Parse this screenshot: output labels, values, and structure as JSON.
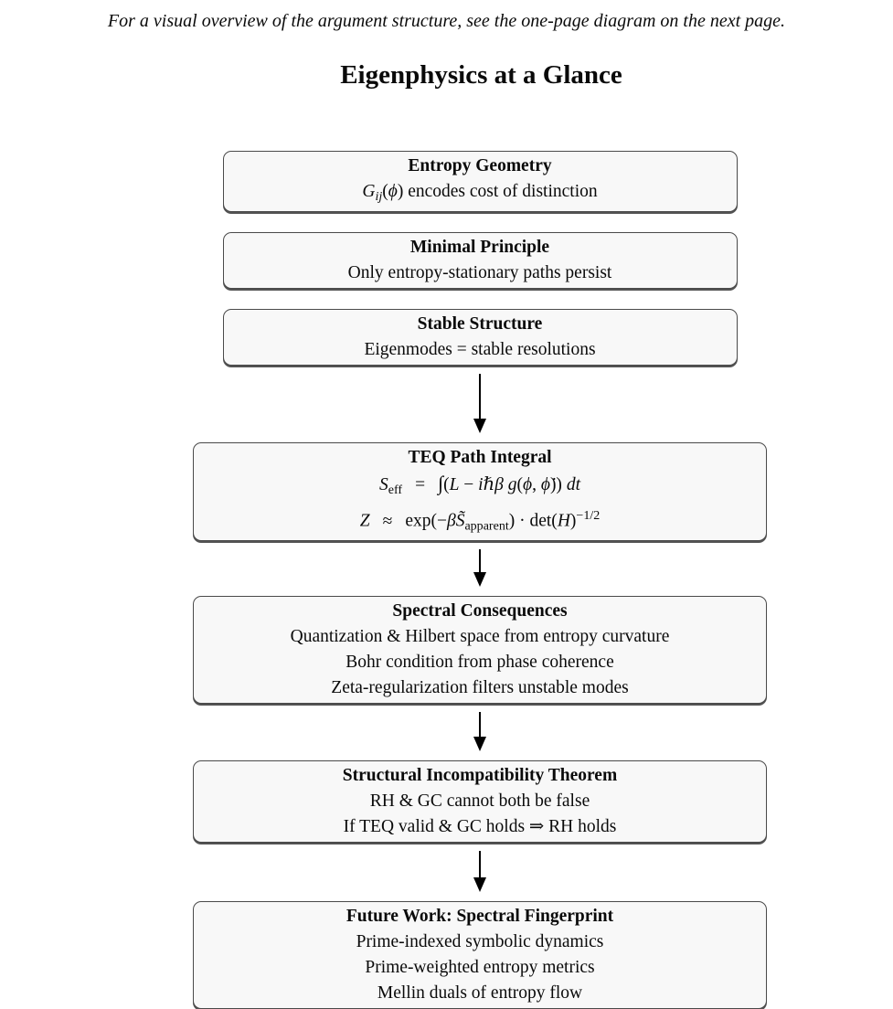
{
  "page": {
    "note": "For a visual overview of the argument structure, see the one-page diagram on the next page.",
    "title": "Eigenphysics at a Glance"
  },
  "styles": {
    "box_fill": "#f8f8f8",
    "box_border": "#4a4a4a",
    "text_color": "#0a0a0a",
    "arrow_color": "#000000"
  },
  "diagram": {
    "boxes": [
      {
        "id": "entropy-geometry",
        "width": "narrow",
        "gap_after": 22,
        "arrow_after": false,
        "title": "Entropy Geometry",
        "lines": [
          [
            {
              "t": "G",
              "s": "i"
            },
            {
              "t": "ij",
              "s": "subi"
            },
            {
              "t": "(",
              "s": "r"
            },
            {
              "t": "ϕ",
              "s": "i"
            },
            {
              "t": ") encodes cost of distinction",
              "s": "r"
            }
          ]
        ]
      },
      {
        "id": "minimal-principle",
        "width": "narrow",
        "gap_after": 22,
        "arrow_after": false,
        "title": "Minimal Principle",
        "lines": [
          [
            {
              "t": "Only entropy-stationary paths persist",
              "s": "r"
            }
          ]
        ]
      },
      {
        "id": "stable-structure",
        "width": "narrow",
        "arrow_after": true,
        "arrow_height": 84,
        "title": "Stable Structure",
        "lines": [
          [
            {
              "t": "Eigenmodes = stable resolutions",
              "s": "r"
            }
          ]
        ]
      },
      {
        "id": "teq-path-integral",
        "width": "wide",
        "arrow_after": true,
        "arrow_height": 60,
        "title": "TEQ Path Integral",
        "lines": [
          [
            {
              "t": "S",
              "s": "i"
            },
            {
              "t": "eff",
              "s": "sub"
            },
            {
              "t": "=",
              "s": "rel"
            },
            {
              "t": "∫",
              "s": "int"
            },
            {
              "t": "(",
              "s": "r"
            },
            {
              "t": "L",
              "s": "i"
            },
            {
              "t": " − ",
              "s": "r"
            },
            {
              "t": "iℏβ g",
              "s": "i"
            },
            {
              "t": "(",
              "s": "r"
            },
            {
              "t": "ϕ",
              "s": "i"
            },
            {
              "t": ", ",
              "s": "r"
            },
            {
              "t": "ϕ̇",
              "s": "i"
            },
            {
              "t": ")) ",
              "s": "r"
            },
            {
              "t": "dt",
              "s": "i"
            }
          ],
          [
            {
              "t": "Z",
              "s": "scr"
            },
            {
              "t": "≈",
              "s": "rel"
            },
            {
              "t": "exp(−",
              "s": "r"
            },
            {
              "t": "β",
              "s": "i"
            },
            {
              "t": "S̃",
              "s": "i"
            },
            {
              "t": "apparent",
              "s": "sub"
            },
            {
              "t": ") · det(",
              "s": "r"
            },
            {
              "t": "H",
              "s": "i"
            },
            {
              "t": ")",
              "s": "r"
            },
            {
              "t": "−1/2",
              "s": "sup"
            }
          ]
        ]
      },
      {
        "id": "spectral-consequences",
        "width": "wide",
        "arrow_after": true,
        "arrow_height": 62,
        "title": "Spectral Consequences",
        "lines": [
          [
            {
              "t": "Quantization & Hilbert space from entropy curvature",
              "s": "r"
            }
          ],
          [
            {
              "t": "Bohr condition from phase coherence",
              "s": "r"
            }
          ],
          [
            {
              "t": "Zeta-regularization filters unstable modes",
              "s": "r"
            }
          ]
        ]
      },
      {
        "id": "structural-incompatibility-theorem",
        "width": "wide",
        "arrow_after": true,
        "arrow_height": 64,
        "title": "Structural Incompatibility Theorem",
        "lines": [
          [
            {
              "t": "RH & GC cannot both be false",
              "s": "r"
            }
          ],
          [
            {
              "t": "If TEQ valid & GC holds ⇒ RH holds",
              "s": "r"
            }
          ]
        ]
      },
      {
        "id": "future-work-spectral-fingerprint",
        "width": "wide",
        "arrow_after": false,
        "title": "Future Work: Spectral Fingerprint",
        "lines": [
          [
            {
              "t": "Prime-indexed symbolic dynamics",
              "s": "r"
            }
          ],
          [
            {
              "t": "Prime-weighted entropy metrics",
              "s": "r"
            }
          ],
          [
            {
              "t": "Mellin duals of entropy flow",
              "s": "r"
            }
          ]
        ]
      }
    ]
  }
}
